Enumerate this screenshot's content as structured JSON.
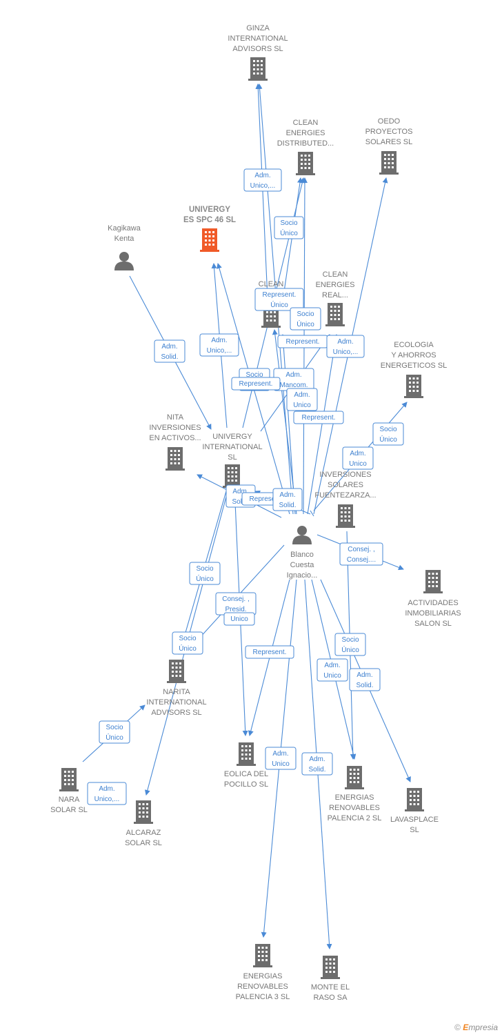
{
  "colors": {
    "edge": "#4a8ad6",
    "building": "#6d6d6d",
    "focus_building": "#f05a28",
    "person": "#6d6d6d",
    "label": "#777777"
  },
  "nodes": [
    {
      "id": "ginza",
      "kind": "company",
      "label": [
        "GINZA",
        "INTERNATIONAL",
        "ADVISORS  SL"
      ]
    },
    {
      "id": "clean_dist",
      "kind": "company",
      "label": [
        "CLEAN",
        "ENERGIES",
        "DISTRIBUTED..."
      ]
    },
    {
      "id": "oedo",
      "kind": "company",
      "label": [
        "OEDO",
        "PROYECTOS",
        "SOLARES  SL"
      ]
    },
    {
      "id": "univergy46",
      "kind": "focus",
      "label": [
        "UNIVERGY",
        "ES SPC 46  SL"
      ]
    },
    {
      "id": "kagikawa",
      "kind": "person",
      "label": [
        "Kagikawa",
        "Kenta"
      ]
    },
    {
      "id": "clean_en",
      "kind": "company",
      "label": [
        "CLEAN",
        "EN..."
      ]
    },
    {
      "id": "clean_real",
      "kind": "company",
      "label": [
        "CLEAN",
        "ENERGIES",
        "REAL..."
      ]
    },
    {
      "id": "ecologia",
      "kind": "company",
      "label": [
        "ECOLOGIA",
        "Y AHORROS",
        "ENERGETICOS SL"
      ]
    },
    {
      "id": "nita",
      "kind": "company",
      "label": [
        "NITA",
        "INVERSIONES",
        "EN ACTIVOS..."
      ]
    },
    {
      "id": "univergy_int",
      "kind": "company",
      "label": [
        "UNIVERGY",
        "INTERNATIONAL",
        "SL"
      ]
    },
    {
      "id": "inv_solares",
      "kind": "company",
      "label": [
        "INVERSIONES",
        "SOLARES",
        "FUENTEZARZA..."
      ]
    },
    {
      "id": "blanco",
      "kind": "person",
      "label": [
        "Blanco",
        "Cuesta",
        "Ignacio..."
      ]
    },
    {
      "id": "actividades",
      "kind": "company",
      "label": [
        "ACTIVIDADES",
        "INMOBILIARIAS",
        "SALON SL"
      ]
    },
    {
      "id": "narita",
      "kind": "company",
      "label": [
        "NARITA",
        "INTERNATIONAL",
        "ADVISORS  SL"
      ]
    },
    {
      "id": "nara",
      "kind": "company",
      "label": [
        "NARA",
        "SOLAR  SL"
      ]
    },
    {
      "id": "alcaraz",
      "kind": "company",
      "label": [
        "ALCARAZ",
        "SOLAR SL"
      ]
    },
    {
      "id": "eolica",
      "kind": "company",
      "label": [
        "EOLICA DEL",
        "POCILLO SL"
      ]
    },
    {
      "id": "palencia2",
      "kind": "company",
      "label": [
        "ENERGIAS",
        "RENOVABLES",
        "PALENCIA 2 SL"
      ]
    },
    {
      "id": "lavasplace",
      "kind": "company",
      "label": [
        "LAVASPLACE",
        "SL"
      ]
    },
    {
      "id": "palencia3",
      "kind": "company",
      "label": [
        "ENERGIAS",
        "RENOVABLES",
        "PALENCIA 3 SL"
      ]
    },
    {
      "id": "monte",
      "kind": "company",
      "label": [
        "MONTE EL",
        "RASO SA"
      ]
    }
  ],
  "edge_labels": [
    {
      "id": "e1",
      "lines": [
        "Adm.",
        "Unico,..."
      ]
    },
    {
      "id": "e2",
      "lines": [
        "Socio",
        "Único"
      ]
    },
    {
      "id": "e3",
      "lines": [
        "Represent.",
        "Único"
      ]
    },
    {
      "id": "e4",
      "lines": [
        "Socio",
        "Único"
      ]
    },
    {
      "id": "e5",
      "lines": [
        "Adm.",
        "Solid."
      ]
    },
    {
      "id": "e6",
      "lines": [
        "Adm.",
        "Unico,..."
      ]
    },
    {
      "id": "e7",
      "lines": [
        "Represent."
      ]
    },
    {
      "id": "e8",
      "lines": [
        "Adm.",
        "Unico,..."
      ]
    },
    {
      "id": "e9",
      "lines": [
        "Socio",
        "Único"
      ]
    },
    {
      "id": "e10",
      "lines": [
        "Adm.",
        "Mancom."
      ]
    },
    {
      "id": "e11",
      "lines": [
        "Represent."
      ]
    },
    {
      "id": "e12",
      "lines": [
        "Adm.",
        "Unico"
      ]
    },
    {
      "id": "e13",
      "lines": [
        "Represent."
      ]
    },
    {
      "id": "e14",
      "lines": [
        "Socio",
        "Único"
      ]
    },
    {
      "id": "e15",
      "lines": [
        "Adm.",
        "Unico"
      ]
    },
    {
      "id": "e16",
      "lines": [
        "Adm.",
        "Solid."
      ]
    },
    {
      "id": "e17",
      "lines": [
        "Represent."
      ]
    },
    {
      "id": "e18",
      "lines": [
        "Adm.",
        "Solid."
      ]
    },
    {
      "id": "e19",
      "lines": [
        "Consej. ,",
        "Consej...."
      ]
    },
    {
      "id": "e20",
      "lines": [
        "Socio",
        "Único"
      ]
    },
    {
      "id": "e21",
      "lines": [
        "Consej. ,",
        "Presid."
      ]
    },
    {
      "id": "e22",
      "lines": [
        "Unico"
      ]
    },
    {
      "id": "e23",
      "lines": [
        "Socio",
        "Único"
      ]
    },
    {
      "id": "e24",
      "lines": [
        "Represent."
      ]
    },
    {
      "id": "e25",
      "lines": [
        "Socio",
        "Único"
      ]
    },
    {
      "id": "e26",
      "lines": [
        "Adm.",
        "Unico"
      ]
    },
    {
      "id": "e27",
      "lines": [
        "Adm.",
        "Solid."
      ]
    },
    {
      "id": "e28",
      "lines": [
        "Socio",
        "Único"
      ]
    },
    {
      "id": "e29",
      "lines": [
        "Adm.",
        "Unico,..."
      ]
    },
    {
      "id": "e30",
      "lines": [
        "Adm.",
        "Unico"
      ]
    },
    {
      "id": "e31",
      "lines": [
        "Adm.",
        "Solid."
      ]
    }
  ],
  "footer": {
    "copyright": "©",
    "brand_first": "E",
    "brand_rest": "mpresia"
  }
}
